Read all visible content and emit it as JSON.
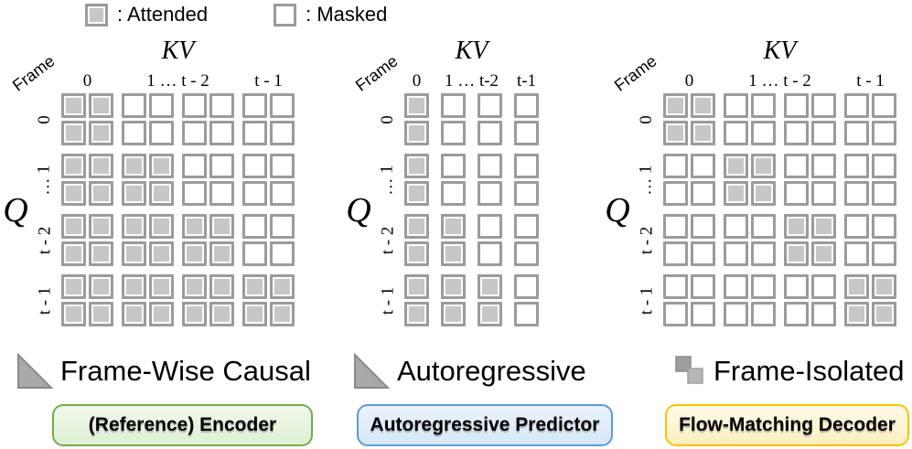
{
  "legend": {
    "attended": ": Attended",
    "masked": ": Masked"
  },
  "colors": {
    "cell_border": "#9b9b9b",
    "attended_fill": "#c7c7c7",
    "masked_fill": "#ffffff",
    "encoder_border": "#70ad47",
    "predictor_border": "#5b9bd5",
    "decoder_border": "#ffc000"
  },
  "panels": [
    {
      "kv_label": "KV",
      "frame_label": "Frame",
      "q_label": "Q",
      "col_labels": [
        "0",
        "1 … t - 2",
        "t - 1"
      ],
      "row_labels": [
        "0",
        "… 1",
        "t - 2",
        "t - 1"
      ],
      "cols_per_frame": 2,
      "rows_per_frame": 2,
      "pattern": [
        [
          1,
          0,
          0,
          0
        ],
        [
          1,
          1,
          0,
          0
        ],
        [
          1,
          1,
          1,
          0
        ],
        [
          1,
          1,
          1,
          1
        ]
      ],
      "mask_type": "Frame-Wise Causal",
      "box": {
        "label": "(Reference) Encoder"
      }
    },
    {
      "kv_label": "KV",
      "frame_label": "Frame",
      "q_label": "Q",
      "col_labels": [
        "0",
        "1 … t-2",
        "t-1"
      ],
      "row_labels": [
        "0",
        "… 1",
        "t - 2",
        "t - 1"
      ],
      "cols_per_frame": 1,
      "rows_per_frame": 2,
      "pattern": [
        [
          1,
          0,
          0,
          0
        ],
        [
          1,
          0,
          0,
          0
        ],
        [
          1,
          1,
          0,
          0
        ],
        [
          1,
          1,
          1,
          0
        ]
      ],
      "mask_type": "Autoregressive",
      "box": {
        "label": "Autoregressive Predictor"
      }
    },
    {
      "kv_label": "KV",
      "frame_label": "Frame",
      "q_label": "Q",
      "col_labels": [
        "0",
        "1 … t - 2",
        "t - 1"
      ],
      "row_labels": [
        "0",
        "… 1",
        "t - 2",
        "t - 1"
      ],
      "cols_per_frame": 2,
      "rows_per_frame": 2,
      "pattern": [
        [
          1,
          0,
          0,
          0
        ],
        [
          0,
          1,
          0,
          0
        ],
        [
          0,
          0,
          1,
          0
        ],
        [
          0,
          0,
          0,
          1
        ]
      ],
      "mask_type": "Frame-Isolated",
      "box": {
        "label": "Flow-Matching Decoder"
      }
    }
  ]
}
